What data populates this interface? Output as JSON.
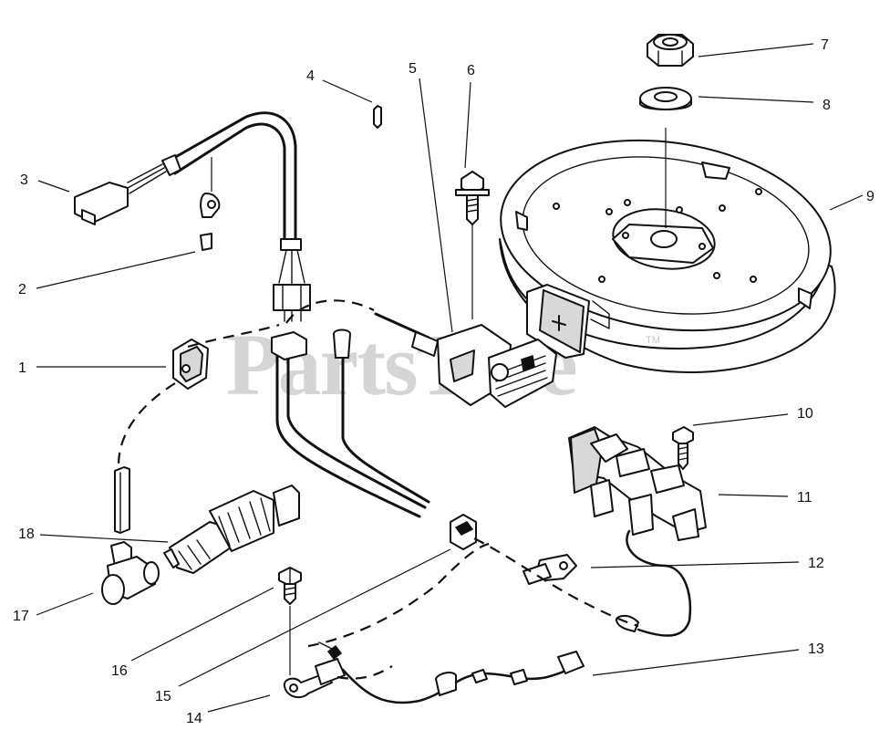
{
  "watermark": {
    "text": "PartsTree",
    "trademark": "TM"
  },
  "callouts": [
    {
      "id": "c1",
      "number": "1"
    },
    {
      "id": "c2",
      "number": "2"
    },
    {
      "id": "c3",
      "number": "3"
    },
    {
      "id": "c4",
      "number": "4"
    },
    {
      "id": "c5",
      "number": "5"
    },
    {
      "id": "c6",
      "number": "6"
    },
    {
      "id": "c7",
      "number": "7"
    },
    {
      "id": "c8",
      "number": "8"
    },
    {
      "id": "c9",
      "number": "9"
    },
    {
      "id": "c10",
      "number": "10"
    },
    {
      "id": "c11",
      "number": "11"
    },
    {
      "id": "c12",
      "number": "12"
    },
    {
      "id": "c13",
      "number": "13"
    },
    {
      "id": "c14",
      "number": "14"
    },
    {
      "id": "c15",
      "number": "15"
    },
    {
      "id": "c16",
      "number": "16"
    },
    {
      "id": "c17",
      "number": "17"
    },
    {
      "id": "c18",
      "number": "18"
    }
  ]
}
